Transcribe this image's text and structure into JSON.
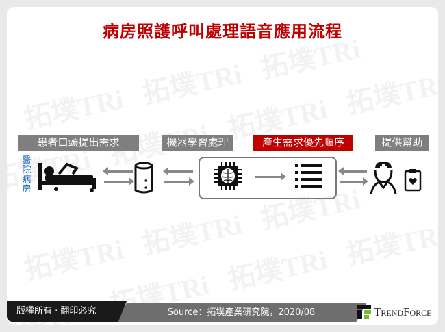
{
  "title": "病房照護呼叫處理語音應用流程",
  "watermark": "拓墣TRi",
  "steps": [
    {
      "label": "患者口頭提出需求"
    },
    {
      "label": "機器學習處理"
    },
    {
      "label": "產生需求優先順序",
      "highlight": true
    },
    {
      "label": "提供幫助"
    }
  ],
  "side_label": "醫院病房",
  "colors": {
    "title": "#c00000",
    "label_bg": "#7f7f7f",
    "highlight_bg": "#c00000",
    "side_label": "#1565c0"
  },
  "icons": [
    "patient-bed-icon",
    "smart-speaker-icon",
    "ai-chip-brain-icon",
    "priority-list-icon",
    "nurse-icon",
    "clipboard-heart-icon"
  ],
  "footer": {
    "copyright": "版權所有 · 翻印必究",
    "source": "Source：拓墣產業研究院，2020/08",
    "logo": "TrendForce"
  }
}
